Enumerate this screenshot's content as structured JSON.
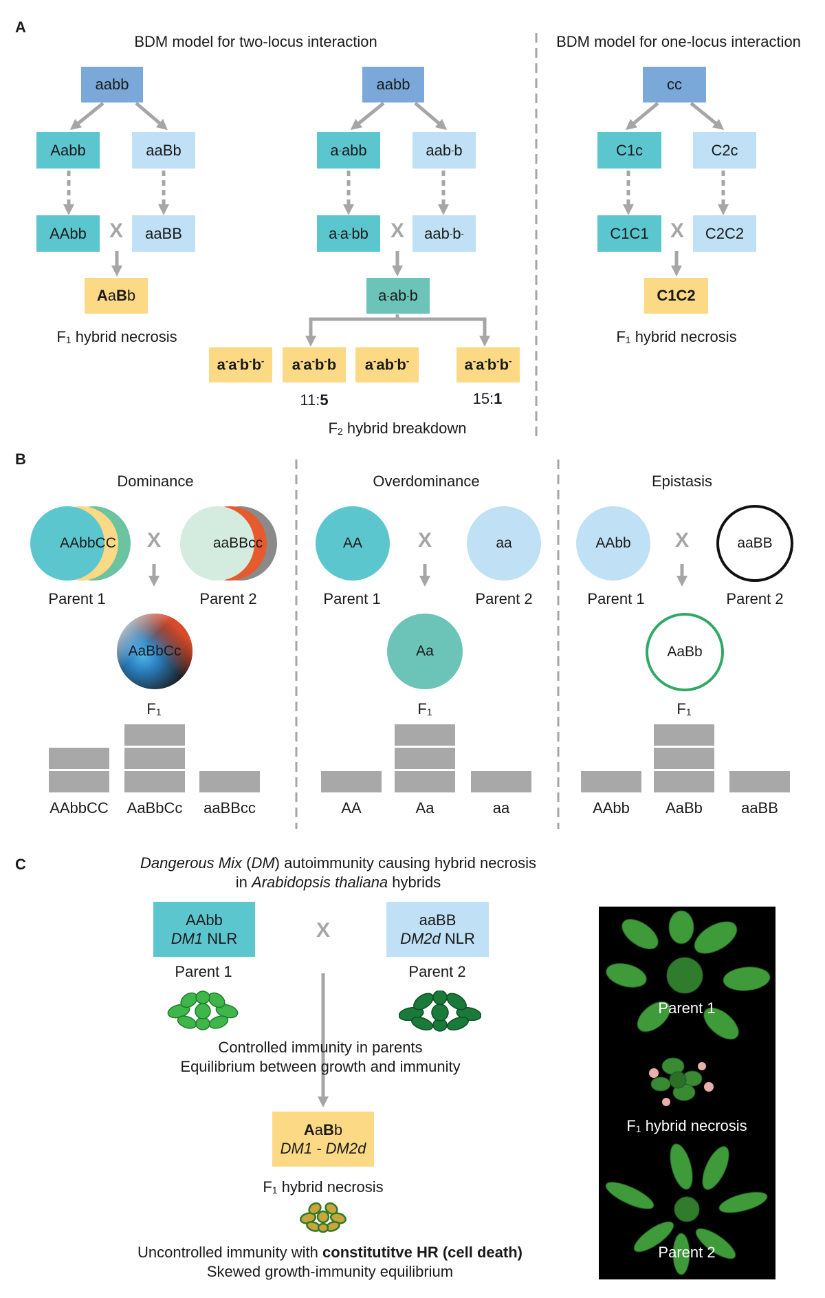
{
  "panels": {
    "a": "A",
    "b": "B",
    "c": "C"
  },
  "panel_a": {
    "two_locus_title": "BDM model for two-locus interaction",
    "one_locus_title": "BDM model for one-locus interaction",
    "cross_symbol": "X",
    "f1_caption": "F1 hybrid necrosis",
    "f2_caption": "F2 hybrid breakdown",
    "ratio_left": "11:5",
    "ratio_right": "15:1",
    "left_tree": {
      "top": "aabb",
      "l1": "Aabb",
      "r1": "aaBb",
      "l2": "AAbb",
      "r2": "aaBB",
      "hybrid": "AaBb"
    },
    "right_tree": {
      "top": "cc",
      "l1": "C1c",
      "r1": "C2c",
      "l2": "C1C1",
      "r2": "C2C2",
      "hybrid": "C1C2"
    },
    "mid_tree": {
      "top": "aabb",
      "l1": "a-abb",
      "r1": "aab-b",
      "l2": "a-a-bb",
      "r2": "aab-b-",
      "hybrid": "a-ab-b",
      "f2": [
        "a-a-b-b-",
        "a-a-b-b",
        "a-ab-b-",
        "a-a-b-b-"
      ]
    }
  },
  "panel_b": {
    "dominance": {
      "title": "Dominance",
      "p1": "AAbbCC",
      "p2": "aaBBcc",
      "f1": "AaBbCc",
      "parent1": "Parent 1",
      "parent2": "Parent 2",
      "f1_label": "F1",
      "bars": [
        {
          "label": "AAbbCC",
          "value": 2
        },
        {
          "label": "AaBbCc",
          "value": 3
        },
        {
          "label": "aaBBcc",
          "value": 1
        }
      ]
    },
    "overdominance": {
      "title": "Overdominance",
      "p1": "AA",
      "p2": "aa",
      "f1": "Aa",
      "parent1": "Parent 1",
      "parent2": "Parent 2",
      "f1_label": "F1",
      "bars": [
        {
          "label": "AA",
          "value": 1
        },
        {
          "label": "Aa",
          "value": 3
        },
        {
          "label": "aa",
          "value": 1
        }
      ]
    },
    "epistasis": {
      "title": "Epistasis",
      "p1": "AAbb",
      "p2": "aaBB",
      "f1": "AaBb",
      "parent1": "Parent 1",
      "parent2": "Parent 2",
      "f1_label": "F1",
      "bars": [
        {
          "label": "AAbb",
          "value": 1
        },
        {
          "label": "AaBb",
          "value": 3
        },
        {
          "label": "aaBB",
          "value": 1
        }
      ]
    }
  },
  "panel_c": {
    "title_italic": "Dangerous Mix",
    "title_dm": "DM",
    "title_rest": "autoimmunity causing hybrid necrosis",
    "title_in": "in",
    "title_species": "Arabidopsis thaliana",
    "title_end": "hybrids",
    "p1_geno": "AAbb",
    "p1_gene": "DM1",
    "p1_nlr": "NLR",
    "p2_geno": "aaBB",
    "p2_gene": "DM2d",
    "p2_nlr": "NLR",
    "parent1": "Parent 1",
    "parent2": "Parent 2",
    "controlled_1": "Controlled immunity in parents",
    "controlled_2": "Equilibrium between growth and immunity",
    "hybrid_geno": "AaBb",
    "hybrid_genes": "DM1 - DM2d",
    "f1_caption": "F1 hybrid necrosis",
    "uncontrolled_1": "Uncontrolled immunity with",
    "uncontrolled_bold": "constitutitve HR (cell death)",
    "uncontrolled_2": "Skewed growth-immunity equilibrium",
    "photo_labels": [
      "Parent 1",
      "F1 hybrid necrosis",
      "Parent 2"
    ]
  },
  "colors": {
    "teal": "#5cc6cf",
    "light_blue": "#bfe0f5",
    "blue": "#7aa8d9",
    "green": "#6cc3b8",
    "yellow": "#fbd985",
    "arrow": "#a6a6a6"
  }
}
